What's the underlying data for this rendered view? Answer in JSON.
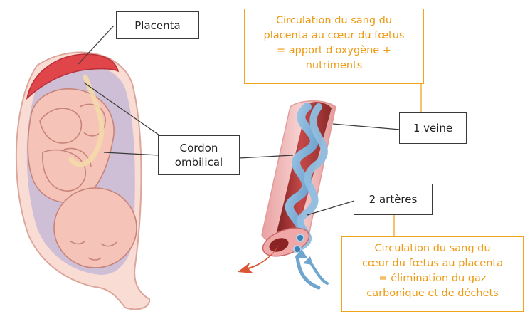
{
  "labels": {
    "placenta": "Placenta",
    "cordon": [
      "Cordon",
      "ombilical"
    ],
    "veine": "1 veine",
    "arteres": "2 artères"
  },
  "info_top": {
    "lines": [
      "Circulation du sang du",
      "placenta au cœur du fœtus",
      "= apport d'oxygène +",
      "nutriments"
    ]
  },
  "info_bottom": {
    "lines": [
      "Circulation du sang du",
      "cœur du fœtus au placenta",
      "= élimination du gaz",
      "carbonique et de déchets"
    ]
  },
  "colors": {
    "accent": "#f0a41e",
    "placenta": "#e0454a",
    "vein": "#b03a3a",
    "artery": "#6fa6cf",
    "skin": "#f6c3b8",
    "fluid": "#c7b8d6"
  }
}
